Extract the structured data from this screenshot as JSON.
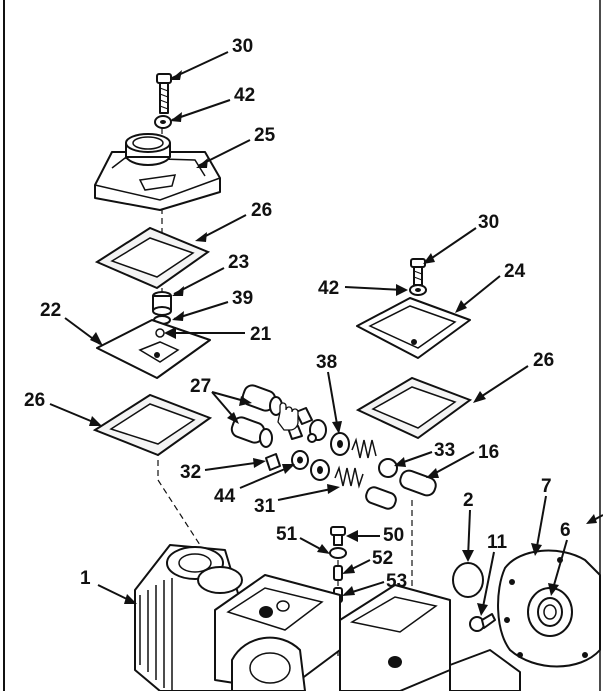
{
  "callouts": {
    "c30a": "30",
    "c42a": "42",
    "c25": "25",
    "c26a": "26",
    "c23": "23",
    "c39": "39",
    "c22": "22",
    "c21": "21",
    "c27": "27",
    "c26b": "26",
    "c32": "32",
    "c44": "44",
    "c31": "31",
    "c38": "38",
    "c33": "33",
    "c16": "16",
    "c30b": "30",
    "c42b": "42",
    "c24": "24",
    "c26c": "26",
    "c2": "2",
    "c7": "7",
    "c6": "6",
    "c11": "11",
    "c51": "51",
    "c50": "50",
    "c52": "52",
    "c53": "53",
    "c1": "1"
  }
}
